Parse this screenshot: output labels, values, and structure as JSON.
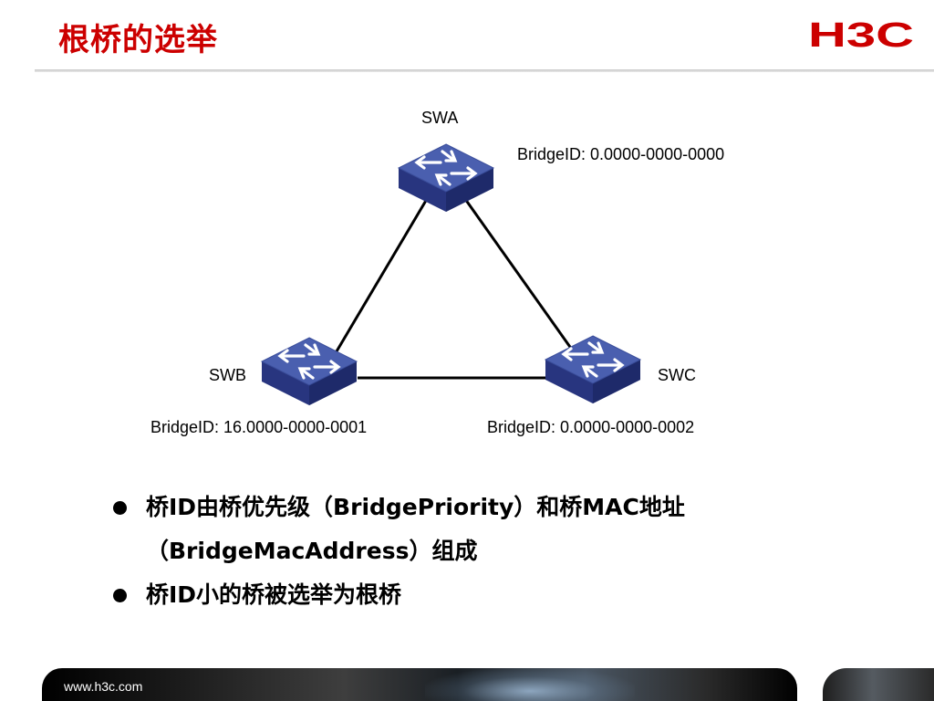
{
  "title": "根桥的选举",
  "logo_text": "H3C",
  "colors": {
    "title": "#cc0000",
    "logo": "#cc0000",
    "switch_top": "#4a5faf",
    "switch_side": "#28357f",
    "link": "#000000"
  },
  "switches": {
    "swa": {
      "name": "SWA",
      "bridge_id": "BridgeID: 0.0000-0000-0000",
      "icon": "switch-icon"
    },
    "swb": {
      "name": "SWB",
      "bridge_id": "BridgeID: 16.0000-0000-0001",
      "icon": "switch-icon"
    },
    "swc": {
      "name": "SWC",
      "bridge_id": "BridgeID: 0.0000-0000-0002",
      "icon": "switch-icon"
    }
  },
  "bullets": [
    {
      "text": "桥ID由桥优先级（BridgePriority）和桥MAC地址（BridgeMacAddress）组成"
    },
    {
      "text": "桥ID小的桥被选举为根桥"
    }
  ],
  "footer": {
    "url": "www.h3c.com"
  }
}
